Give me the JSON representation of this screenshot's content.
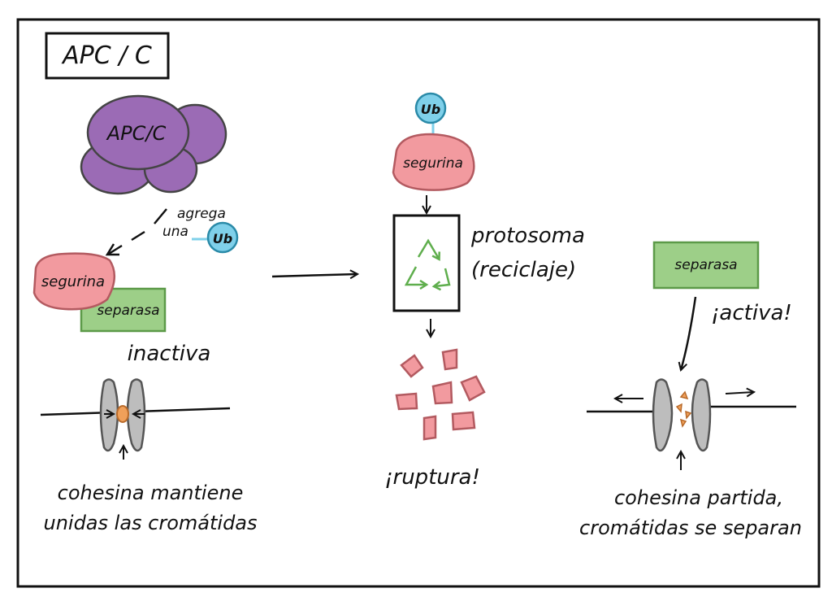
{
  "title": "APC / C",
  "labels": {
    "apcc": "APC/C",
    "agrega": "agrega",
    "una": "una",
    "ub": "Ub",
    "securin": "segurina",
    "separase": "separasa",
    "inactive": "inactiva",
    "cohesin_holds_1": "cohesina mantiene",
    "cohesin_holds_2": "unidas las cromátidas",
    "ub_top": "Ub",
    "securin_top": "segurina",
    "proteasome_1": "protosoma",
    "proteasome_2": "(reciclaje)",
    "ruptura": "¡ruptura!",
    "separase_right": "separasa",
    "activa": "¡activa!",
    "cohesin_split_1": "cohesina partida,",
    "cohesin_split_2": "cromátidas se separan"
  },
  "colors": {
    "purple": "#9b6bb5",
    "pink": "#f29a9f",
    "green": "#9dcf88",
    "ub_blue": "#7fd0ea",
    "chromatid_gray": "#bdbdbd",
    "cohesin_orange": "#f0a05a",
    "recycle_green": "#5fae4d"
  }
}
